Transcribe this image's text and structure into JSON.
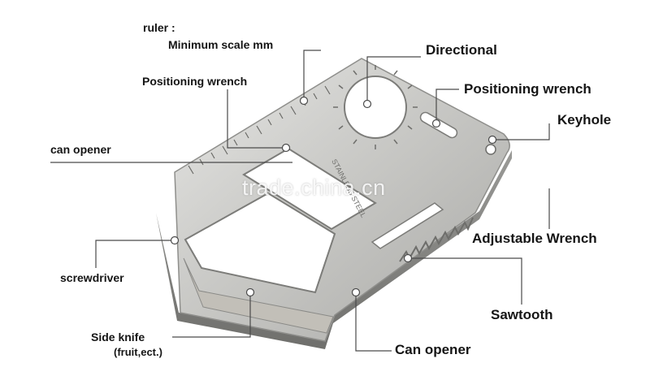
{
  "labels": {
    "ruler": "ruler :",
    "ruler_scale": "Minimum scale mm",
    "positioning_wrench_left": "Positioning wrench",
    "can_opener_left": "can opener",
    "screwdriver": "screwdriver",
    "side_knife": "Side knife",
    "side_knife_sub": "(fruit,ect.)",
    "directional": "Directional",
    "positioning_wrench_right": "Positioning wrench",
    "keyhole": "Keyhole",
    "adjustable_wrench": "Adjustable Wrench",
    "sawtooth": "Sawtooth",
    "can_opener_bottom": "Can opener"
  },
  "card_engraving": "STAINLESS STEEL",
  "watermark": "trade.china.cn",
  "colors": {
    "steel_light": "#d9d9d7",
    "steel_mid": "#b9b9b6",
    "steel_dark": "#8e8e8b",
    "leader_line": "#4a4a4a",
    "label_text": "#151515"
  }
}
